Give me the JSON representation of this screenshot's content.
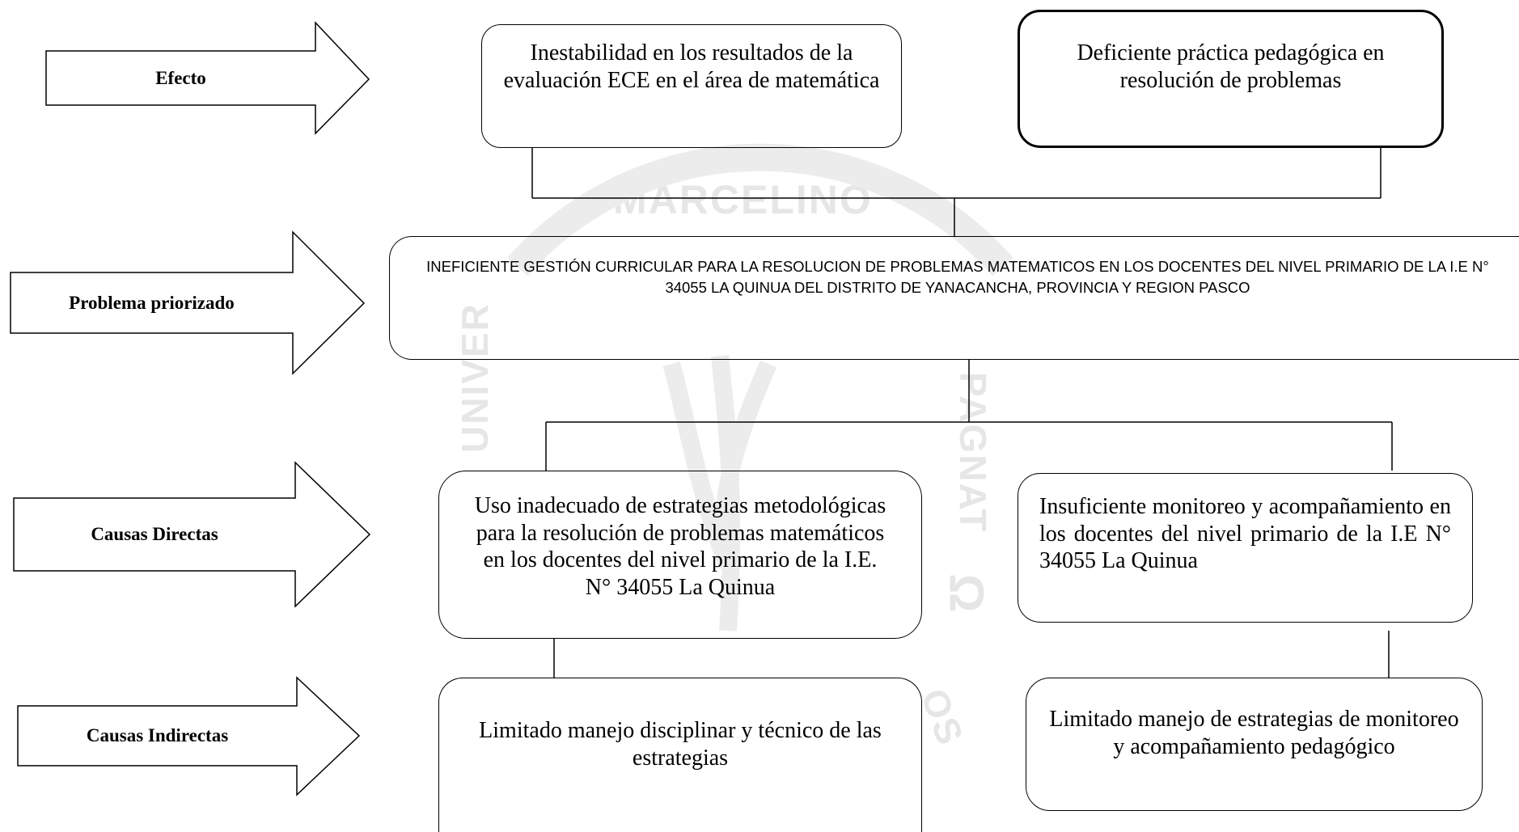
{
  "watermark": {
    "top_text": "MARCELINO",
    "left_text": "UNIVER",
    "right_text": "PAGNAT",
    "omega": "Ω",
    "bottom_text": "OS"
  },
  "rows": {
    "effect": "Efecto",
    "problem": "Problema priorizado",
    "direct_causes": "Causas Directas",
    "indirect_causes": "Causas Indirectas"
  },
  "effects": [
    "Inestabilidad en los resultados de la evaluación ECE en el área de matemática",
    "Deficiente práctica pedagógica en resolución de problemas"
  ],
  "problem": "INEFICIENTE GESTIÓN CURRICULAR PARA LA RESOLUCION DE PROBLEMAS MATEMATICOS  EN LOS DOCENTES DEL NIVEL PRIMARIO  DE LA I.E  N° 34055 LA QUINUA DEL DISTRITO DE YANACANCHA, PROVINCIA Y REGION PASCO",
  "direct_causes": [
    "Uso inadecuado de estrategias metodológicas para la resolución de problemas matemáticos en los docentes del nivel primario de la I.E. N° 34055 La Quinua",
    "Insuficiente    monitoreo y acompañamiento en los docentes del nivel primario de la I.E N° 34055 La Quinua"
  ],
  "indirect_causes": [
    "Limitado manejo disciplinar y técnico de las estrategias",
    "Limitado manejo de estrategias de monitoreo y acompañamiento pedagógico"
  ]
}
